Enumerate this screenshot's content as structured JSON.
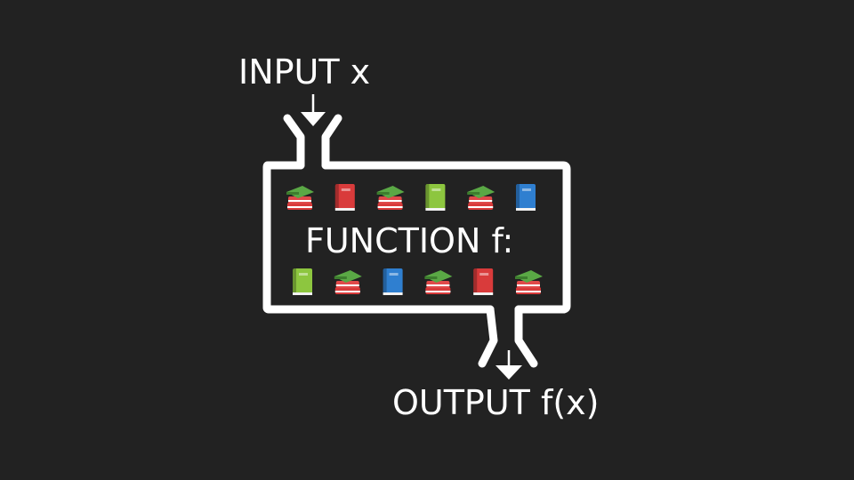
{
  "labels": {
    "input": "INPUT x",
    "function": "FUNCTION f:",
    "output": "OUTPUT f(x)"
  },
  "books": {
    "top_row": [
      "books-stack",
      "book-red",
      "books-stack",
      "book-green",
      "books-stack",
      "book-blue"
    ],
    "bottom_row": [
      "book-green",
      "books-stack",
      "book-blue",
      "books-stack",
      "book-red",
      "books-stack"
    ]
  },
  "colors": {
    "background": "#222222",
    "stroke": "#ffffff",
    "book_red": "#d93b3b",
    "book_green": "#8dc63f",
    "book_blue": "#2f7fd0",
    "stack_top": "#5aa845"
  }
}
